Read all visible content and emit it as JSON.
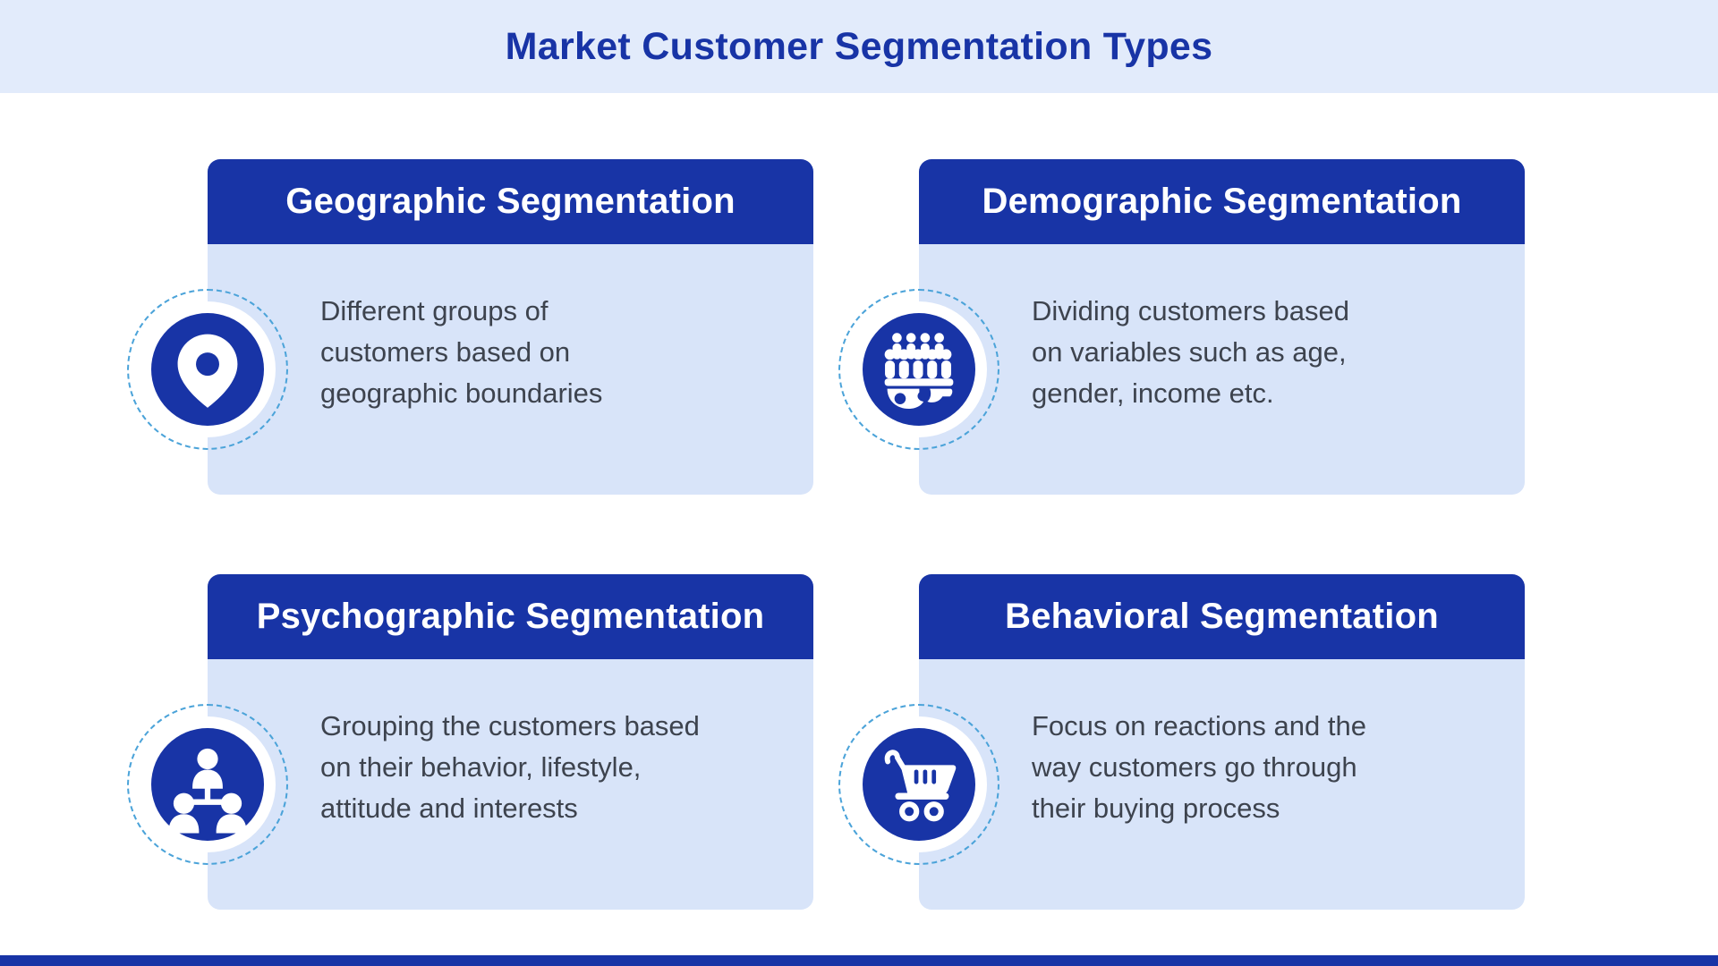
{
  "page": {
    "title": "Market Customer Segmentation Types",
    "colors": {
      "primary_blue": "#1834a6",
      "band_blue": "#e2ebfb",
      "card_body_blue": "#d8e4f9",
      "text_dark": "#3d434e",
      "dashed_ring": "#4ba3d9"
    }
  },
  "cards": [
    {
      "icon": "location-pin-icon",
      "title": "Geographic Segmentation",
      "description_lines": [
        "Different groups of",
        "customers based on",
        "geographic boundaries"
      ]
    },
    {
      "icon": "people-group-icon",
      "title": "Demographic Segmentation",
      "description_lines": [
        "Dividing customers based",
        "on variables such as age,",
        "gender, income etc."
      ]
    },
    {
      "icon": "org-chart-people-icon",
      "title": "Psychographic Segmentation",
      "description_lines": [
        "Grouping the customers based",
        "on their behavior, lifestyle,",
        "attitude and interests"
      ]
    },
    {
      "icon": "shopping-cart-icon",
      "title": "Behavioral Segmentation",
      "description_lines": [
        "Focus on reactions and the",
        "way customers go through",
        "their buying process"
      ]
    }
  ]
}
